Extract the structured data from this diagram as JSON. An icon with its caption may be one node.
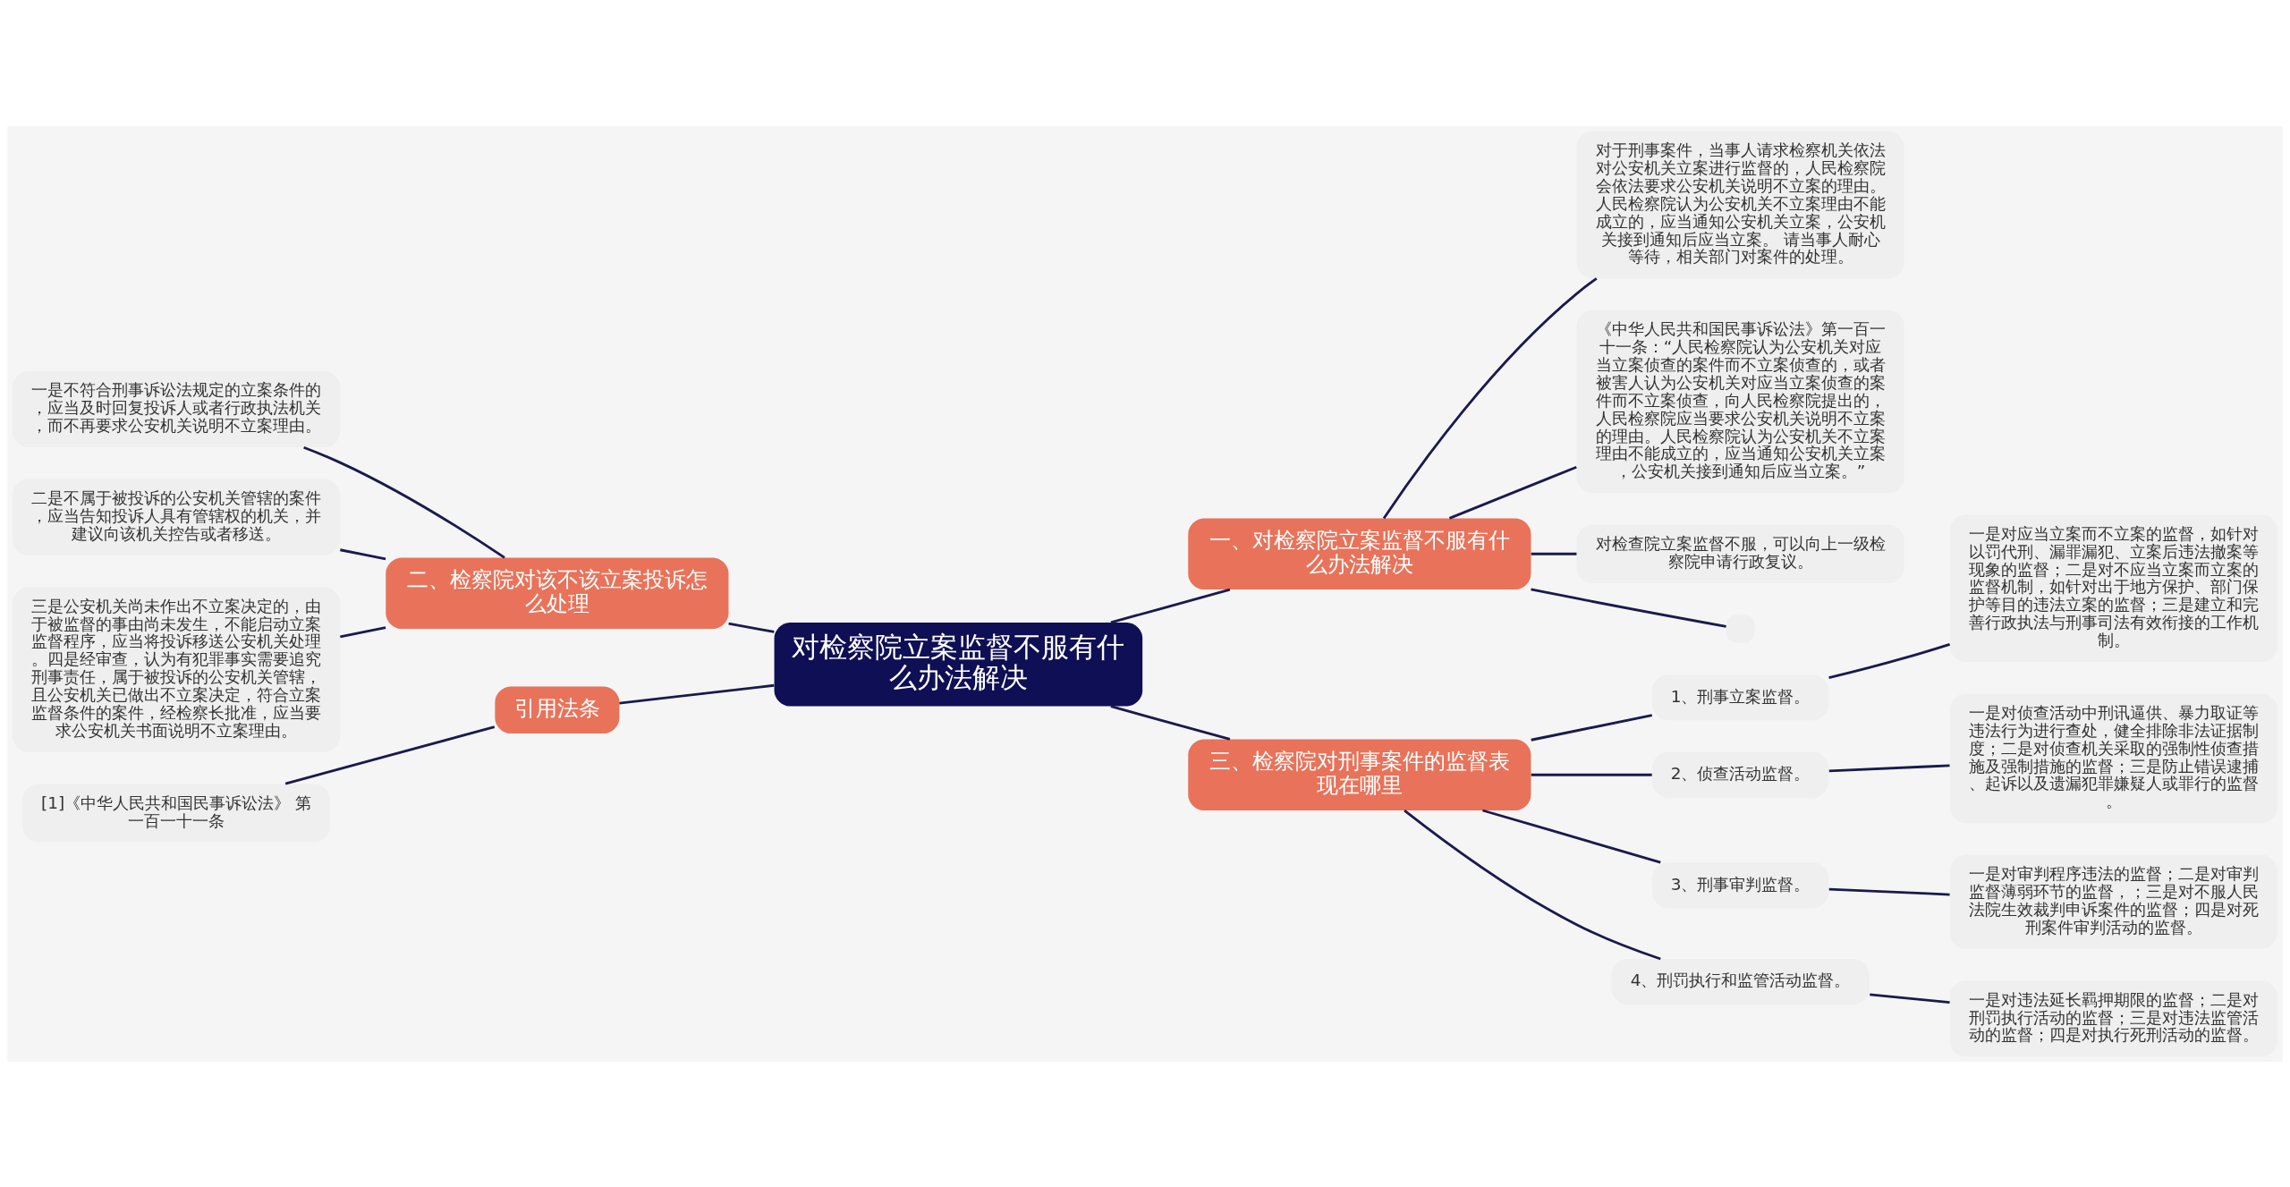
{
  "diagram": {
    "nodes": [
      {
        "text": [
          "对检察院立案监督不服有什么办法解决"
        ]
      },
      {
        "text": [
          "一、对检察院立案监督不服有什么办法解决"
        ]
      },
      {
        "text": [
          "对于刑事案件，当事人请求检察机关依法对公安机关立案进行监督的，人民检察院会依法要求公安机关说明不立案的理由。人民检察院认为公安机关不立案理由不能成立的，应当通知公安机关立案，公安机关接到通知后应当立案。 请当事人耐心等待，相关部门对案件的处理。"
        ]
      },
      {
        "text": [
          "《中华人民共和国民事诉讼法》第一百一十一条：“人民检察院认为公安机关对应当立案侦查的案件而不立案侦查的，或者被害人认为公安机关对应当立案侦查的案件而不立案侦查，向人民检察院提出的，人民检察院应当要求公安机关说明不立案的理由。人民检察院认为公安机关不立案理由不能成立的，应当通知公安机关立案，公安机关接到通知后应当立案。”"
        ]
      },
      {
        "text": [
          "对检查院立案监督不服，可以向上一级检察院申请行政复议。"
        ]
      },
      {
        "text": [],
        "shape": "box"
      },
      {
        "text": [
          "三、检察院对刑事案件的监督表现在哪里"
        ]
      },
      {
        "text": [
          "1、刑事立案监督。"
        ]
      },
      {
        "text": [
          "一是对应当立案而不立案的监督，如针对以罚代刑、漏罪漏犯、立案后违法撤案等现象的监督；二是对不应当立案而立案的监督机制，如针对出于地方保护、部门保护等目的违法立案的监督；三是建立和完善行政执法与刑事司法有效衔接的工作机制。"
        ]
      },
      {
        "text": [
          "2、侦查活动监督。"
        ]
      },
      {
        "text": [
          "一是对侦查活动中刑讯逼供、暴力取证等违法行为进行查处，健全排除非法证据制度；二是对侦查机关采取的强制性侦查措施及强制措施的监督；三是防止错误逮捕、起诉以及遗漏犯罪嫌疑人或罪行的监督。"
        ]
      },
      {
        "text": [
          "3、刑事审判监督。"
        ]
      },
      {
        "text": [
          "一是对审判程序违法的监督；二是对审判监督薄弱环节的监督，；三是对不服人民法院生效裁判申诉案件的监督；四是对死刑案件审判活动的监督。"
        ]
      },
      {
        "text": [
          "4、刑罚执行和监管活动监督。"
        ]
      },
      {
        "text": [
          "一是对违法延长羁押期限的监督；二是对刑罚执行活动的监督；三是对违法监管活动的监督；四是对执行死刑活动的监督。"
        ]
      },
      {
        "text": [
          "二、检察院对该不该立案投诉怎么处理"
        ]
      },
      {
        "text": [
          "一是不符合刑事诉讼法规定的立案条件的，应当及时回复投诉人或者行政执法机关，而不再要求公安机关说明不立案理由。"
        ]
      },
      {
        "text": [
          "二是不属于被投诉的公安机关管辖的案件，应当告知投诉人具有管辖权的机关，并建议向该机关控告或者移送。"
        ]
      },
      {
        "text": [
          "三是公安机关尚未作出不立案决定的，由于被监督的事由尚未发生，不能启动立案监督程序，应当将投诉移送公安机关处理。四是经审查，认为有犯罪事实需要追究刑事责任，属于被投诉的公安机关管辖，且公安机关已做出不立案决定，符合立案监督条件的案件，经检察长批准，应当要求公安机关书面说明不立案理由。"
        ]
      },
      {
        "text": [
          "引用法条"
        ]
      },
      {
        "text": [
          "[1]《中华人民共和国民事诉讼法》 第一百一十一条"
        ]
      }
    ],
    "edges": [
      {
        "from": 0,
        "to": 1,
        "arrow": "none"
      },
      {
        "from": 1,
        "to": 2,
        "arrow": "none"
      },
      {
        "from": 1,
        "to": 3,
        "arrow": "none"
      },
      {
        "from": 1,
        "to": 4,
        "arrow": "none"
      },
      {
        "from": 1,
        "to": 5,
        "arrow": "none"
      },
      {
        "from": 0,
        "to": 6,
        "arrow": "none"
      },
      {
        "from": 6,
        "to": 7,
        "arrow": "none"
      },
      {
        "from": 7,
        "to": 8,
        "arrow": "none"
      },
      {
        "from": 6,
        "to": 9,
        "arrow": "none"
      },
      {
        "from": 9,
        "to": 10,
        "arrow": "none"
      },
      {
        "from": 6,
        "to": 11,
        "arrow": "none"
      },
      {
        "from": 11,
        "to": 12,
        "arrow": "none"
      },
      {
        "from": 6,
        "to": 13,
        "arrow": "none"
      },
      {
        "from": 13,
        "to": 14,
        "arrow": "none"
      },
      {
        "from": 0,
        "to": 15,
        "arrow": "none"
      },
      {
        "from": 15,
        "to": 16,
        "arrow": "none"
      },
      {
        "from": 15,
        "to": 17,
        "arrow": "none"
      },
      {
        "from": 15,
        "to": 18,
        "arrow": "none"
      },
      {
        "from": 0,
        "to": 19,
        "arrow": "none"
      },
      {
        "from": 19,
        "to": 20,
        "arrow": "none"
      }
    ]
  }
}
